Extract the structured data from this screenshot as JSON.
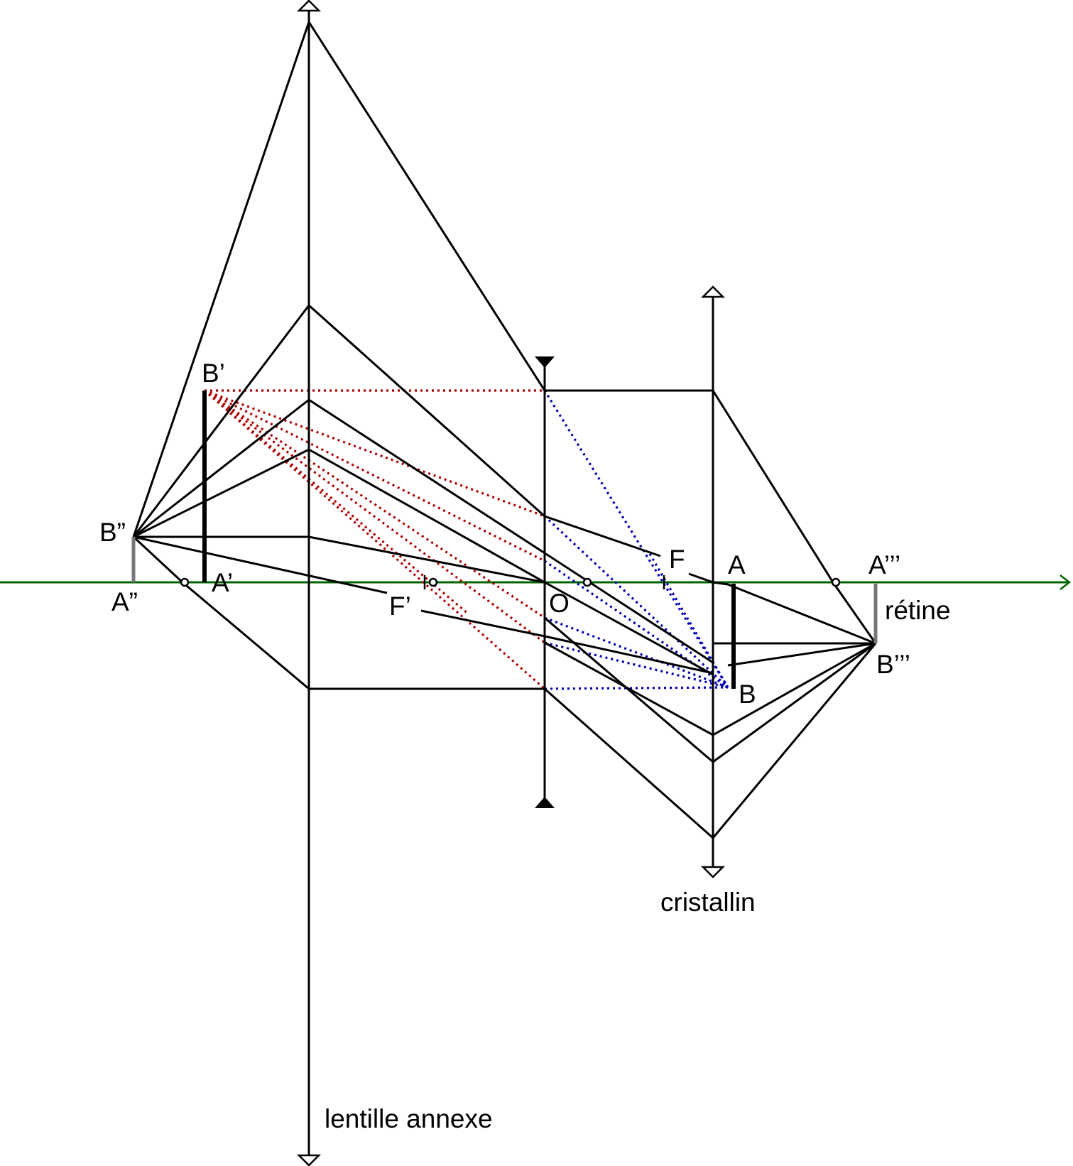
{
  "labels": {
    "lens_annexe": "lentille annexe",
    "cristallin": "cristallin",
    "retine": "rétine",
    "O": "O",
    "F": "F",
    "F_prime": "F’",
    "A": "A",
    "B": "B",
    "A_prime": "A’",
    "B_prime": "B’",
    "A_dprime": "A”",
    "B_dprime": "B”",
    "A_tprime": "A’’’",
    "B_tprime": "B’’’"
  },
  "colors": {
    "optical_axis": "#006400",
    "rays": "#000000",
    "construction_red": "#b00000",
    "construction_blue": "#0000b4",
    "image_grey": "#777777"
  },
  "elements": {
    "lens_annexe_type": "converging",
    "divergent_lens_type": "diverging",
    "cristallin_type": "converging"
  }
}
